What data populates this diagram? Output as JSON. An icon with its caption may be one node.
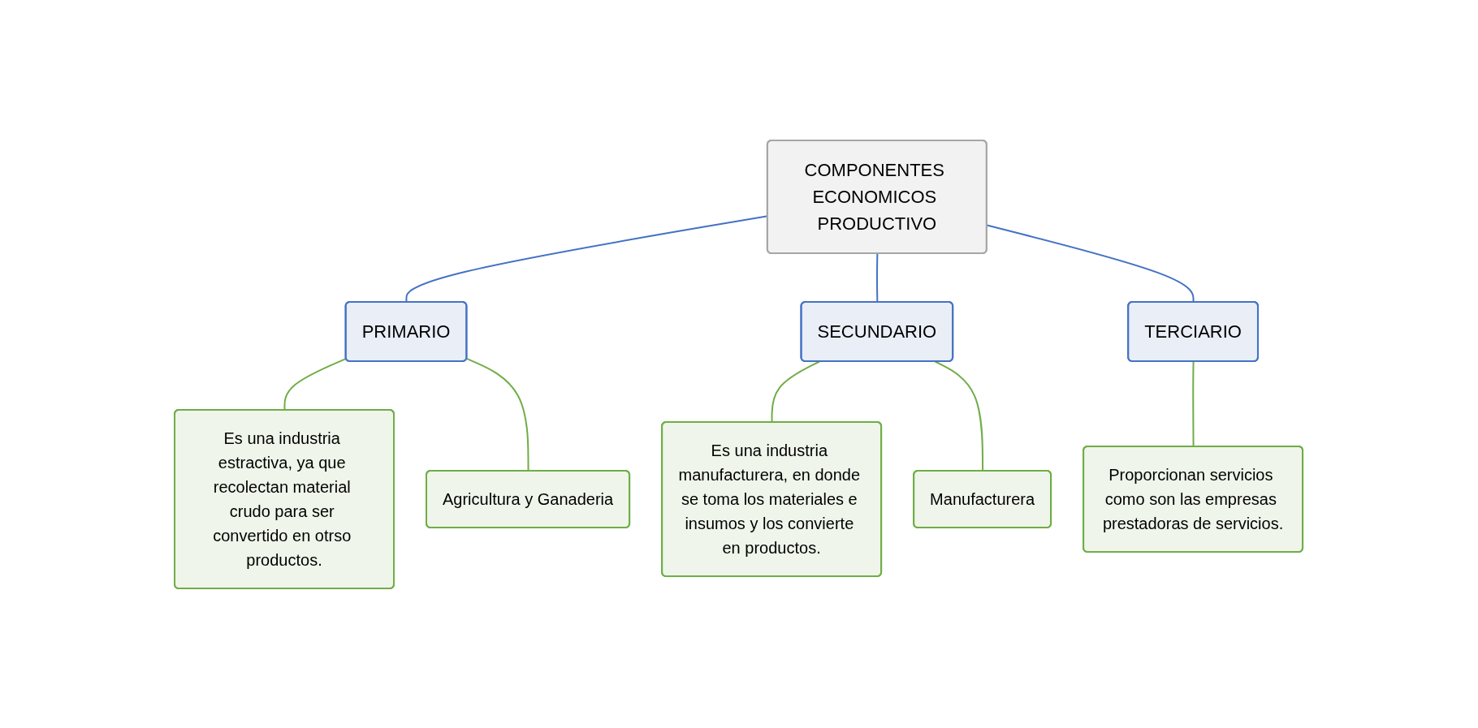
{
  "diagram": {
    "nodes": [
      {
        "text": [
          "COMPONENTES ECONOMICOS PRODUCTIVO"
        ]
      },
      {
        "text": [
          "PRIMARIO"
        ]
      },
      {
        "text": [
          "SECUNDARIO"
        ]
      },
      {
        "text": [
          "TERCIARIO"
        ]
      },
      {
        "text": [
          "Es una industria estractiva, ya que recolectan material crudo para ser convertido en otrso productos."
        ]
      },
      {
        "text": [
          "Agricultura y Ganaderia"
        ]
      },
      {
        "text": [
          "Es una industria manufacturera, en donde se toma los materiales e insumos y los convierte en productos."
        ]
      },
      {
        "text": [
          "Manufacturera"
        ]
      },
      {
        "text": [
          "Proporcionan servicios como son las empresas prestadoras de servicios."
        ]
      }
    ],
    "edges": [
      {
        "from": 0,
        "to": 1,
        "arrow": "none",
        "color": "#4472c4"
      },
      {
        "from": 0,
        "to": 2,
        "arrow": "none",
        "color": "#4472c4"
      },
      {
        "from": 0,
        "to": 3,
        "arrow": "none",
        "color": "#4472c4"
      },
      {
        "from": 1,
        "to": 4,
        "arrow": "none"
      },
      {
        "from": 1,
        "to": 5,
        "arrow": "none"
      },
      {
        "from": 2,
        "to": 6,
        "arrow": "none"
      },
      {
        "from": 2,
        "to": 7,
        "arrow": "none"
      },
      {
        "from": 3,
        "to": 8,
        "arrow": "none"
      }
    ]
  }
}
